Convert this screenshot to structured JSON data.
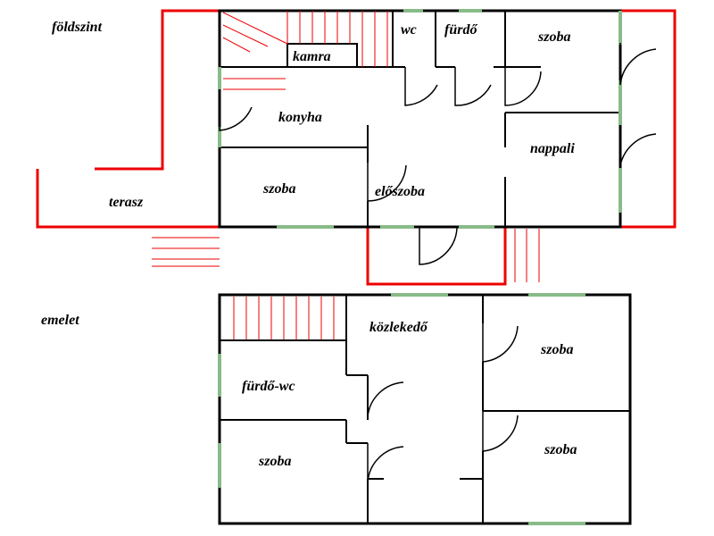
{
  "floors": {
    "ground": {
      "title": "földszint",
      "rooms": {
        "kamra": "kamra",
        "wc": "wc",
        "furdo": "fürdő",
        "szoba_top": "szoba",
        "konyha": "konyha",
        "nappali": "nappali",
        "szoba_left": "szoba",
        "eloszoba": "előszoba",
        "terasz": "terasz"
      }
    },
    "upper": {
      "title": "emelet",
      "rooms": {
        "kozlekedo": "közlekedő",
        "furdo_wc": "fürdő-wc",
        "szoba_top_right": "szoba",
        "szoba_bottom_left": "szoba",
        "szoba_bottom_right": "szoba"
      }
    }
  },
  "colors": {
    "wall": "#000000",
    "terrace_outline": "#ee0000",
    "window": "#88bb88"
  }
}
